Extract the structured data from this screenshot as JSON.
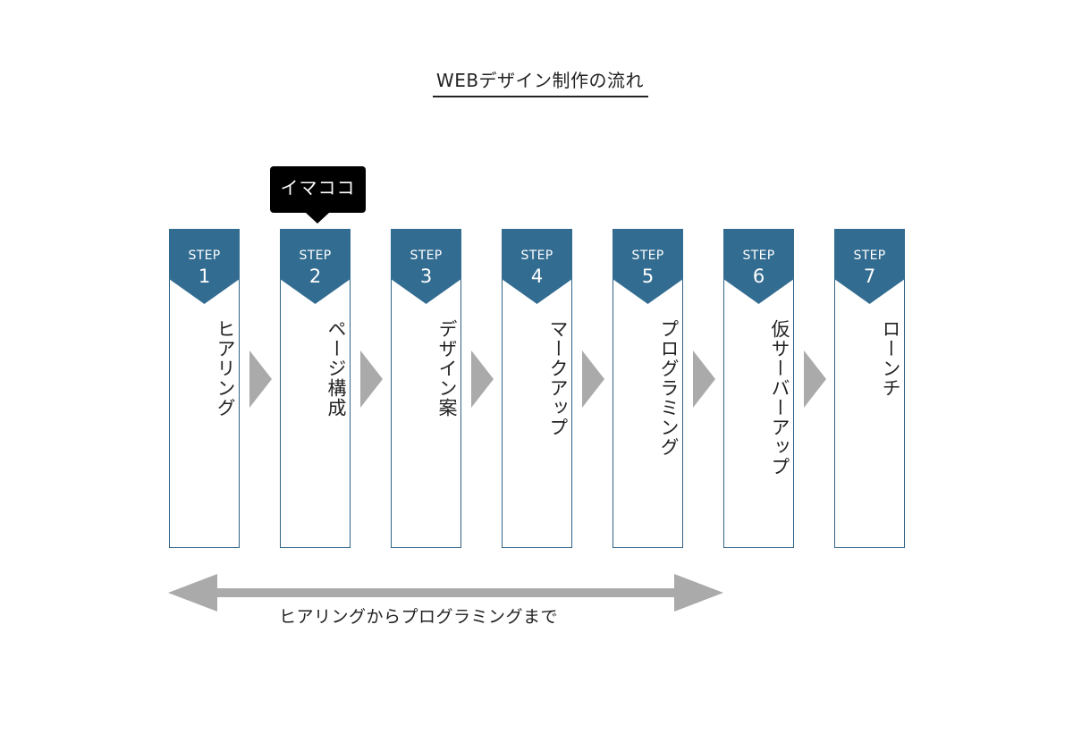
{
  "title": "WEBデザイン制作の流れ",
  "current_badge": "イマココ",
  "step_prefix": "STEP",
  "steps": [
    {
      "number": "1",
      "name": "ヒアリング"
    },
    {
      "number": "2",
      "name": "ページ構成"
    },
    {
      "number": "3",
      "name": "デザイン案"
    },
    {
      "number": "4",
      "name": "マークアップ"
    },
    {
      "number": "5",
      "name": "プログラミング"
    },
    {
      "number": "6",
      "name": "仮サーバーアップ"
    },
    {
      "number": "7",
      "name": "ローンチ"
    }
  ],
  "range_label": "ヒアリングからプログラミングまで",
  "colors": {
    "step_header": "#336c91",
    "step_border": "#2e6284",
    "arrow": "#aaaaaa",
    "badge": "#000000"
  }
}
